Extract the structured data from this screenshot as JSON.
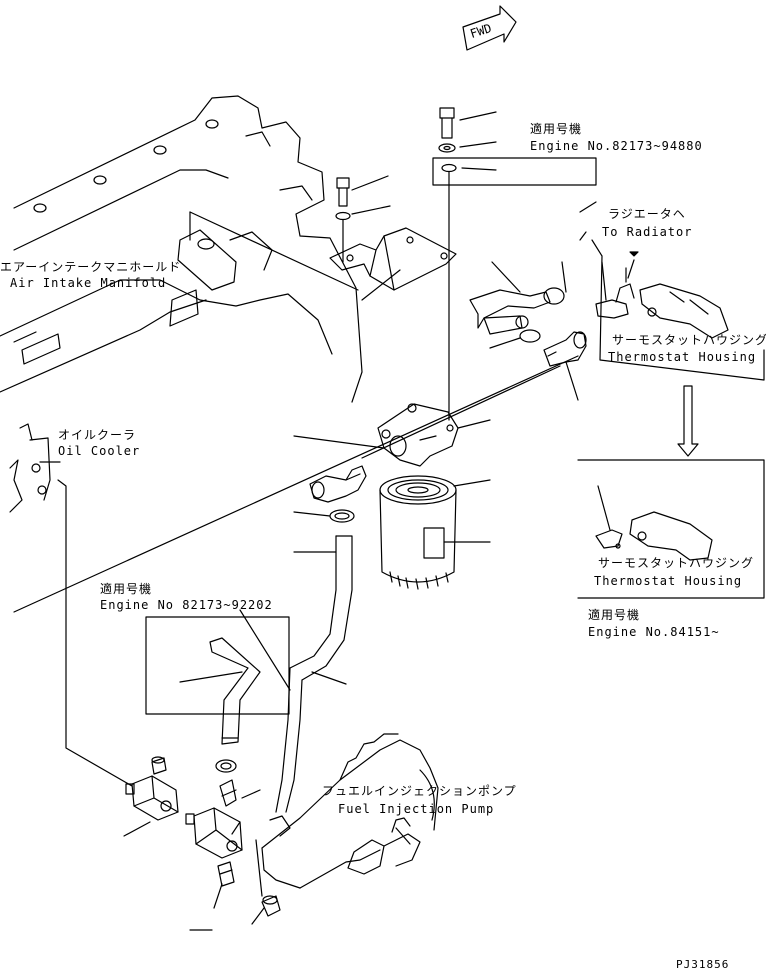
{
  "labels": {
    "fwd": "FWD",
    "serial_jp": "適用号機",
    "serial_range_upper": "Engine No.82173~94880",
    "serial_range_lower": "Engine No 82173~92202",
    "serial_range_right": "Engine No.84151~",
    "to_radiator_jp": "ラジエータヘ",
    "to_radiator_en": "To Radiator",
    "air_intake_jp": "エアーインテークマニホールド",
    "air_intake_en": "Air Intake Manifold",
    "thermostat_jp": "サーモスタットハウジング",
    "thermostat_en": "Thermostat Housing",
    "oil_cooler_jp": "オイルクーラ",
    "oil_cooler_en": "Oil Cooler",
    "fuel_pump_jp": "フュエルインジェクションポンプ",
    "fuel_pump_en": "Fuel Injection Pump",
    "drawing_number": "PJ31856"
  }
}
